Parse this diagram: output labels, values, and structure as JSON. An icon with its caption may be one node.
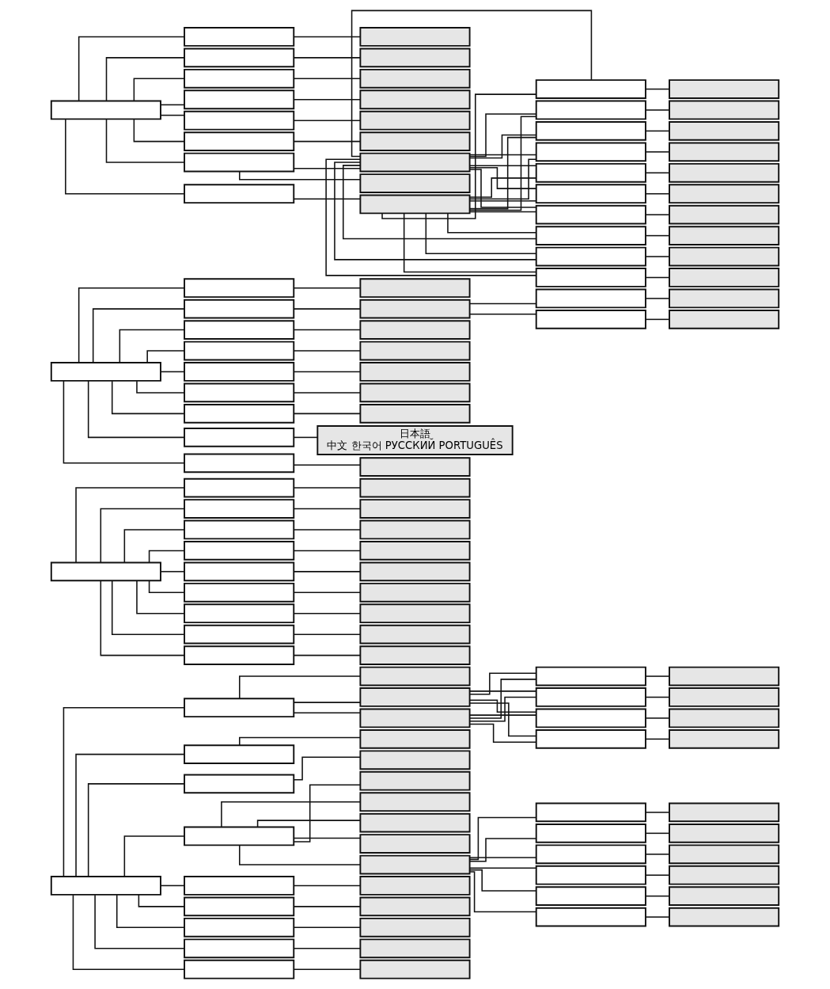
{
  "diagram": {
    "nodes": [
      {
        "text": [],
        "shape": "box"
      },
      {
        "text": [],
        "shape": "box"
      },
      {
        "text": [],
        "shape": "box"
      },
      {
        "text": [],
        "shape": "box"
      },
      {
        "text": [],
        "shape": "box"
      },
      {
        "text": [],
        "shape": "box"
      },
      {
        "text": [],
        "shape": "box"
      },
      {
        "text": [],
        "shape": "box"
      },
      {
        "text": [],
        "shape": "box"
      },
      {
        "text": [],
        "shape": "box"
      },
      {
        "text": [],
        "shape": "box"
      },
      {
        "text": [],
        "shape": "box"
      },
      {
        "text": [],
        "shape": "box"
      },
      {
        "text": [],
        "shape": "box"
      },
      {
        "text": [],
        "shape": "box"
      },
      {
        "text": [],
        "shape": "box"
      },
      {
        "text": [],
        "shape": "box"
      },
      {
        "text": [],
        "shape": "box"
      },
      {
        "text": [],
        "shape": "box"
      },
      {
        "text": [],
        "shape": "box"
      },
      {
        "text": [],
        "shape": "box"
      },
      {
        "text": [],
        "shape": "box"
      },
      {
        "text": [],
        "shape": "box"
      },
      {
        "text": [],
        "shape": "box"
      },
      {
        "text": [],
        "shape": "box"
      },
      {
        "text": [],
        "shape": "box"
      },
      {
        "text": [],
        "shape": "box"
      },
      {
        "text": [],
        "shape": "box"
      },
      {
        "text": [],
        "shape": "box"
      },
      {
        "text": [],
        "shape": "box"
      },
      {
        "text": [],
        "shape": "box"
      },
      {
        "text": [],
        "shape": "box"
      },
      {
        "text": [],
        "shape": "box"
      },
      {
        "text": [],
        "shape": "box"
      },
      {
        "text": [],
        "shape": "box"
      },
      {
        "text": [],
        "shape": "box"
      },
      {
        "text": [],
        "shape": "box"
      },
      {
        "text": [],
        "shape": "box"
      },
      {
        "text": [],
        "shape": "box"
      },
      {
        "text": [],
        "shape": "box"
      },
      {
        "text": [],
        "shape": "box"
      },
      {
        "text": [],
        "shape": "box"
      },
      {
        "text": [],
        "shape": "box"
      },
      {
        "text": [],
        "shape": "box"
      },
      {
        "text": [],
        "shape": "box"
      },
      {
        "text": [],
        "shape": "box"
      },
      {
        "text": [],
        "shape": "box"
      },
      {
        "text": [],
        "shape": "box"
      },
      {
        "text": [],
        "shape": "box"
      },
      {
        "text": [],
        "shape": "box"
      },
      {
        "text": [],
        "shape": "box"
      },
      {
        "text": [],
        "shape": "box"
      },
      {
        "text": [],
        "shape": "box"
      },
      {
        "text": [],
        "shape": "box"
      },
      {
        "text": [],
        "shape": "box"
      },
      {
        "text": [],
        "shape": "box"
      },
      {
        "text": [],
        "shape": "box"
      },
      {
        "text": [],
        "shape": "box"
      },
      {
        "text": [],
        "shape": "box"
      },
      {
        "text": [],
        "shape": "box"
      },
      {
        "text": [],
        "shape": "box"
      },
      {
        "text": [],
        "shape": "box"
      },
      {
        "text": [],
        "shape": "box"
      },
      {
        "text": [],
        "shape": "box"
      },
      {
        "text": [],
        "shape": "box"
      },
      {
        "text": [],
        "shape": "box"
      },
      {
        "text": [],
        "shape": "box"
      },
      {
        "text": [],
        "shape": "box"
      },
      {
        "text": [],
        "shape": "box"
      },
      {
        "text": [],
        "shape": "box"
      },
      {
        "text": [],
        "shape": "box"
      },
      {
        "text": [],
        "shape": "box"
      },
      {
        "text": [],
        "shape": "box"
      },
      {
        "text": [],
        "shape": "box"
      },
      {
        "text": [],
        "shape": "box"
      },
      {
        "text": [],
        "shape": "box"
      },
      {
        "text": [],
        "shape": "box"
      },
      {
        "text": [],
        "shape": "box"
      },
      {
        "text": [],
        "shape": "box"
      },
      {
        "text": [],
        "shape": "box"
      },
      {
        "text": [],
        "shape": "box"
      },
      {
        "text": [
          "日本語",
          "中文 한국어 РУССКИЙ PORTUGUÊS"
        ]
      },
      {
        "text": [],
        "shape": "box"
      },
      {
        "text": [],
        "shape": "box"
      },
      {
        "text": [],
        "shape": "box"
      },
      {
        "text": [],
        "shape": "box"
      },
      {
        "text": [],
        "shape": "box"
      },
      {
        "text": [],
        "shape": "box"
      },
      {
        "text": [],
        "shape": "box"
      },
      {
        "text": [],
        "shape": "box"
      },
      {
        "text": [],
        "shape": "box"
      },
      {
        "text": [],
        "shape": "box"
      },
      {
        "text": [],
        "shape": "box"
      },
      {
        "text": [],
        "shape": "box"
      },
      {
        "text": [],
        "shape": "box"
      },
      {
        "text": [],
        "shape": "box"
      },
      {
        "text": [],
        "shape": "box"
      },
      {
        "text": [],
        "shape": "box"
      },
      {
        "text": [],
        "shape": "box"
      },
      {
        "text": [],
        "shape": "box"
      },
      {
        "text": [],
        "shape": "box"
      },
      {
        "text": [],
        "shape": "box"
      },
      {
        "text": [],
        "shape": "box"
      },
      {
        "text": [],
        "shape": "box"
      },
      {
        "text": [],
        "shape": "box"
      },
      {
        "text": [],
        "shape": "box"
      },
      {
        "text": [],
        "shape": "box"
      },
      {
        "text": [],
        "shape": "box"
      },
      {
        "text": [],
        "shape": "box"
      },
      {
        "text": [],
        "shape": "box"
      },
      {
        "text": [],
        "shape": "box"
      },
      {
        "text": [],
        "shape": "box"
      },
      {
        "text": [],
        "shape": "box"
      },
      {
        "text": [],
        "shape": "box"
      },
      {
        "text": [],
        "shape": "box"
      },
      {
        "text": [],
        "shape": "box"
      },
      {
        "text": [],
        "shape": "box"
      },
      {
        "text": [],
        "shape": "box"
      },
      {
        "text": [],
        "shape": "box"
      },
      {
        "text": [],
        "shape": "box"
      },
      {
        "text": [],
        "shape": "box"
      },
      {
        "text": [],
        "shape": "box"
      },
      {
        "text": [],
        "shape": "box"
      },
      {
        "text": [],
        "shape": "box"
      },
      {
        "text": [],
        "shape": "box"
      }
    ],
    "edges": [
      {
        "from": 0,
        "to": 1,
        "arrow": "none"
      },
      {
        "from": 0,
        "to": 2,
        "arrow": "none"
      },
      {
        "from": 0,
        "to": 3,
        "arrow": "none"
      },
      {
        "from": 0,
        "to": 4,
        "arrow": "none"
      },
      {
        "from": 0,
        "to": 5,
        "arrow": "none"
      },
      {
        "from": 0,
        "to": 6,
        "arrow": "none"
      },
      {
        "from": 0,
        "to": 7,
        "arrow": "none"
      },
      {
        "from": 0,
        "to": 8,
        "arrow": "none"
      },
      {
        "from": 0,
        "to": 9,
        "arrow": "none"
      },
      {
        "from": 1,
        "to": 10,
        "arrow": "none"
      },
      {
        "from": 1,
        "to": 11,
        "arrow": "none"
      },
      {
        "from": 1,
        "to": 12,
        "arrow": "none"
      },
      {
        "from": 11,
        "to": 13,
        "arrow": "none"
      },
      {
        "from": 11,
        "to": 14,
        "arrow": "none"
      },
      {
        "from": 11,
        "to": 15,
        "arrow": "none"
      },
      {
        "from": 11,
        "to": 16,
        "arrow": "none"
      },
      {
        "from": 12,
        "to": 13,
        "arrow": "none"
      },
      {
        "from": 12,
        "to": 14,
        "arrow": "none"
      },
      {
        "from": 12,
        "to": 15,
        "arrow": "none"
      },
      {
        "from": 12,
        "to": 16,
        "arrow": "none"
      },
      {
        "from": 13,
        "to": 17,
        "arrow": "none"
      },
      {
        "from": 14,
        "to": 18,
        "arrow": "none"
      },
      {
        "from": 15,
        "to": 19,
        "arrow": "none"
      },
      {
        "from": 16,
        "to": 20,
        "arrow": "none"
      },
      {
        "from": 2,
        "to": 21,
        "arrow": "none"
      },
      {
        "from": 3,
        "to": 22,
        "arrow": "none"
      },
      {
        "from": 4,
        "to": 23,
        "arrow": "none"
      },
      {
        "from": 4,
        "to": 24,
        "arrow": "none"
      },
      {
        "from": 4,
        "to": 25,
        "arrow": "none"
      },
      {
        "from": 4,
        "to": 26,
        "arrow": "none"
      },
      {
        "from": 4,
        "to": 27,
        "arrow": "none"
      },
      {
        "from": 27,
        "to": 28,
        "arrow": "none"
      },
      {
        "from": 27,
        "to": 29,
        "arrow": "none"
      },
      {
        "from": 27,
        "to": 30,
        "arrow": "none"
      },
      {
        "from": 27,
        "to": 31,
        "arrow": "none"
      },
      {
        "from": 27,
        "to": 32,
        "arrow": "none"
      },
      {
        "from": 27,
        "to": 33,
        "arrow": "none"
      },
      {
        "from": 28,
        "to": 34,
        "arrow": "none"
      },
      {
        "from": 29,
        "to": 35,
        "arrow": "none"
      },
      {
        "from": 30,
        "to": 36,
        "arrow": "none"
      },
      {
        "from": 31,
        "to": 37,
        "arrow": "none"
      },
      {
        "from": 32,
        "to": 38,
        "arrow": "none"
      },
      {
        "from": 33,
        "to": 39,
        "arrow": "none"
      },
      {
        "from": 5,
        "to": 40,
        "arrow": "none"
      },
      {
        "from": 6,
        "to": 41,
        "arrow": "none"
      },
      {
        "from": 7,
        "to": 42,
        "arrow": "none"
      },
      {
        "from": 8,
        "to": 43,
        "arrow": "none"
      },
      {
        "from": 9,
        "to": 44,
        "arrow": "none"
      },
      {
        "from": 45,
        "to": 46,
        "arrow": "none"
      },
      {
        "from": 45,
        "to": 47,
        "arrow": "none"
      },
      {
        "from": 45,
        "to": 48,
        "arrow": "none"
      },
      {
        "from": 45,
        "to": 49,
        "arrow": "none"
      },
      {
        "from": 45,
        "to": 50,
        "arrow": "none"
      },
      {
        "from": 45,
        "to": 51,
        "arrow": "none"
      },
      {
        "from": 45,
        "to": 52,
        "arrow": "none"
      },
      {
        "from": 45,
        "to": 53,
        "arrow": "none"
      },
      {
        "from": 45,
        "to": 54,
        "arrow": "none"
      },
      {
        "from": 46,
        "to": 55,
        "arrow": "none"
      },
      {
        "from": 47,
        "to": 56,
        "arrow": "none"
      },
      {
        "from": 48,
        "to": 57,
        "arrow": "none"
      },
      {
        "from": 49,
        "to": 58,
        "arrow": "none"
      },
      {
        "from": 50,
        "to": 59,
        "arrow": "none"
      },
      {
        "from": 51,
        "to": 60,
        "arrow": "none"
      },
      {
        "from": 52,
        "to": 61,
        "arrow": "none"
      },
      {
        "from": 53,
        "to": 62,
        "arrow": "none"
      },
      {
        "from": 54,
        "to": 63,
        "arrow": "none"
      },
      {
        "from": 64,
        "to": 65,
        "arrow": "none"
      },
      {
        "from": 64,
        "to": 66,
        "arrow": "none"
      },
      {
        "from": 64,
        "to": 67,
        "arrow": "none"
      },
      {
        "from": 64,
        "to": 68,
        "arrow": "none"
      },
      {
        "from": 64,
        "to": 69,
        "arrow": "none"
      },
      {
        "from": 64,
        "to": 70,
        "arrow": "none"
      },
      {
        "from": 64,
        "to": 71,
        "arrow": "none"
      },
      {
        "from": 64,
        "to": 72,
        "arrow": "none"
      },
      {
        "from": 64,
        "to": 73,
        "arrow": "none"
      },
      {
        "from": 65,
        "to": 74,
        "arrow": "none"
      },
      {
        "from": 66,
        "to": 75,
        "arrow": "none"
      },
      {
        "from": 67,
        "to": 76,
        "arrow": "none"
      },
      {
        "from": 68,
        "to": 77,
        "arrow": "none"
      },
      {
        "from": 69,
        "to": 78,
        "arrow": "none"
      },
      {
        "from": 70,
        "to": 79,
        "arrow": "none"
      },
      {
        "from": 71,
        "to": 80,
        "arrow": "none"
      },
      {
        "from": 72,
        "to": 81,
        "arrow": "none"
      },
      {
        "from": 73,
        "to": 82,
        "arrow": "none"
      },
      {
        "from": 75,
        "to": 83,
        "arrow": "none"
      },
      {
        "from": 75,
        "to": 84,
        "arrow": "none"
      },
      {
        "from": 83,
        "to": 85,
        "arrow": "none"
      },
      {
        "from": 84,
        "to": 86,
        "arrow": "none"
      },
      {
        "from": 87,
        "to": 88,
        "arrow": "none"
      },
      {
        "from": 87,
        "to": 89,
        "arrow": "none"
      },
      {
        "from": 87,
        "to": 90,
        "arrow": "none"
      },
      {
        "from": 87,
        "to": 91,
        "arrow": "none"
      },
      {
        "from": 87,
        "to": 92,
        "arrow": "none"
      },
      {
        "from": 87,
        "to": 93,
        "arrow": "none"
      },
      {
        "from": 87,
        "to": 94,
        "arrow": "none"
      },
      {
        "from": 87,
        "to": 95,
        "arrow": "none"
      },
      {
        "from": 88,
        "to": 96,
        "arrow": "none"
      },
      {
        "from": 89,
        "to": 97,
        "arrow": "none"
      },
      {
        "from": 90,
        "to": 98,
        "arrow": "none"
      },
      {
        "from": 91,
        "to": 99,
        "arrow": "none"
      },
      {
        "from": 92,
        "to": 100,
        "arrow": "none"
      },
      {
        "from": 93,
        "to": 101,
        "arrow": "none"
      },
      {
        "from": 94,
        "to": 102,
        "arrow": "none"
      },
      {
        "from": 94,
        "to": 103,
        "arrow": "none"
      },
      {
        "from": 95,
        "to": 104,
        "arrow": "none"
      },
      {
        "from": 103,
        "to": 105,
        "arrow": "none"
      },
      {
        "from": 103,
        "to": 106,
        "arrow": "none"
      },
      {
        "from": 103,
        "to": 107,
        "arrow": "none"
      },
      {
        "from": 103,
        "to": 108,
        "arrow": "none"
      },
      {
        "from": 103,
        "to": 109,
        "arrow": "none"
      },
      {
        "from": 103,
        "to": 110,
        "arrow": "none"
      },
      {
        "from": 103,
        "to": 111,
        "arrow": "none"
      },
      {
        "from": 103,
        "to": 112,
        "arrow": "none"
      },
      {
        "from": 103,
        "to": 113,
        "arrow": "none"
      },
      {
        "from": 103,
        "to": 114,
        "arrow": "none"
      },
      {
        "from": 104,
        "to": 105,
        "arrow": "none"
      },
      {
        "from": 104,
        "to": 106,
        "arrow": "none"
      },
      {
        "from": 104,
        "to": 107,
        "arrow": "none"
      },
      {
        "from": 104,
        "to": 108,
        "arrow": "none"
      },
      {
        "from": 104,
        "to": 109,
        "arrow": "none"
      },
      {
        "from": 104,
        "to": 110,
        "arrow": "none"
      },
      {
        "from": 104,
        "to": 111,
        "arrow": "none"
      },
      {
        "from": 104,
        "to": 112,
        "arrow": "none"
      },
      {
        "from": 104,
        "to": 113,
        "arrow": "none"
      },
      {
        "from": 104,
        "to": 114,
        "arrow": "none"
      },
      {
        "from": 105,
        "to": 115,
        "arrow": "none"
      },
      {
        "from": 106,
        "to": 116,
        "arrow": "none"
      },
      {
        "from": 107,
        "to": 117,
        "arrow": "none"
      },
      {
        "from": 108,
        "to": 118,
        "arrow": "none"
      },
      {
        "from": 109,
        "to": 119,
        "arrow": "none"
      },
      {
        "from": 110,
        "to": 120,
        "arrow": "none"
      },
      {
        "from": 111,
        "to": 121,
        "arrow": "none"
      },
      {
        "from": 112,
        "to": 122,
        "arrow": "none"
      },
      {
        "from": 113,
        "to": 123,
        "arrow": "none"
      },
      {
        "from": 114,
        "to": 124,
        "arrow": "none"
      }
    ]
  }
}
